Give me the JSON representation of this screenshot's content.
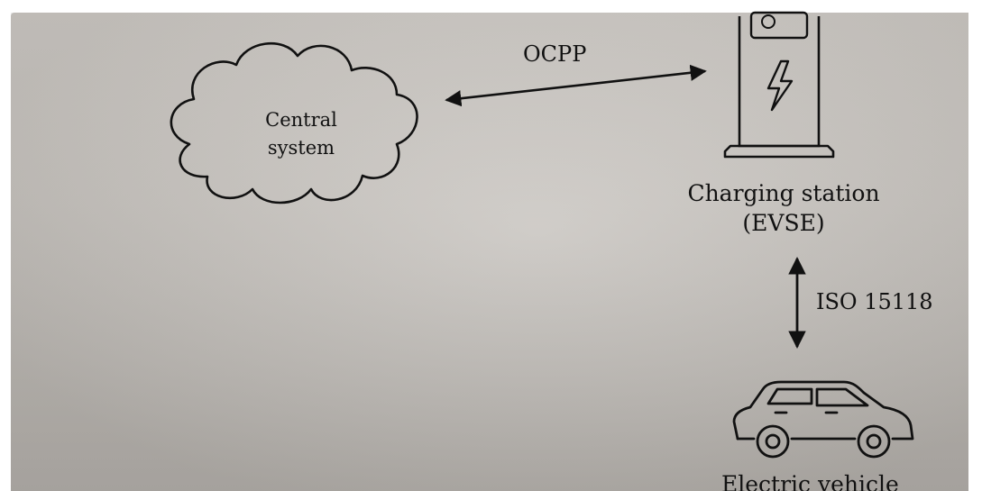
{
  "nodes": {
    "central_system": "Central\nsystem",
    "charging_station_line1": "Charging station",
    "charging_station_line2": "(EVSE)",
    "electric_vehicle": "Electric vehicle"
  },
  "links": {
    "central_to_station": "OCPP",
    "station_to_vehicle": "ISO 15118"
  },
  "colors": {
    "ink": "#111111",
    "paper": "#c9c5c0"
  },
  "icons": [
    "cloud-icon",
    "charging-station-icon",
    "lightning-bolt-icon",
    "car-icon"
  ]
}
